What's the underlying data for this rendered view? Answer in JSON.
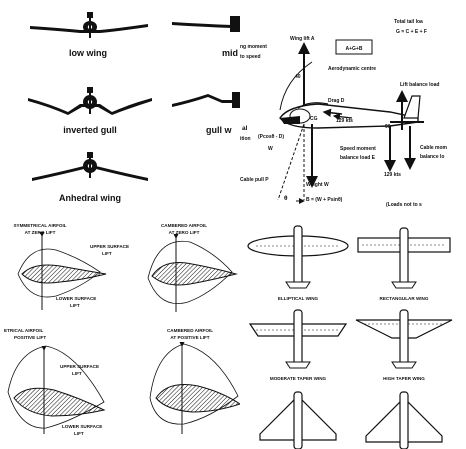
{
  "dihedral": {
    "labels": [
      "low wing",
      "mid w",
      "inverted gull",
      "gull w",
      "Anhedral wing"
    ]
  },
  "forces": {
    "total_tail_load": "Total tail loa",
    "total_tail_eq": "G = C + E + F",
    "pitching_moment_1": "ng moment",
    "pitching_moment_2": "to speed",
    "wing_lift": "Wing lift  A",
    "agb": "A+G+B",
    "aero_centre": "Aerodynamic centre",
    "lift_balance_load": "Lift balance load",
    "drag": "Drag D",
    "kts_129_a": "129 kts",
    "angle_40": "40",
    "l_cut": "al",
    "ition": "ition",
    "pcos": "(Pcosθ - D)",
    "w_small": "W",
    "cg": "CG",
    "ninety": "90",
    "speed_moment_1": "Speed moment",
    "speed_moment_2": "balance load E",
    "cable_moment_1": "Cable mom",
    "cable_moment_2": "balance lo",
    "kts_129_b": "129 kts",
    "cable_pull": "Cable pull  P",
    "weight": "Weight  W",
    "theta": "θ",
    "b_eq": "B = (W + Psinθ)",
    "loads_note": "(Loads not to s"
  },
  "airfoils": {
    "sym_zero_1": "SYMMETRICAL AIRFOIL",
    "sym_zero_2": "AT ZERO LIFT",
    "cam_zero_1": "CAMBERED AIRFOIL",
    "cam_zero_2": "AT ZERO LIFT",
    "upper_1": "UPPER SURFACE",
    "upper_2": "LIFT",
    "lower_1": "LOWER SURFACE",
    "lower_2": "LIFT",
    "sym_pos_1": "ETRICAL AIRFOIL",
    "sym_pos_2": "POSITIVE LIFT",
    "cam_pos_1": "CAMBERED AIRFOIL",
    "cam_pos_2": "AT POSITIVE LIFT"
  },
  "planforms": {
    "elliptical": "ELLIPTICAL WING",
    "rectangular": "RECTANGULAR WING",
    "moderate_taper": "MODERATE TAPER WING",
    "high_taper": "HIGH TAPER WING"
  }
}
